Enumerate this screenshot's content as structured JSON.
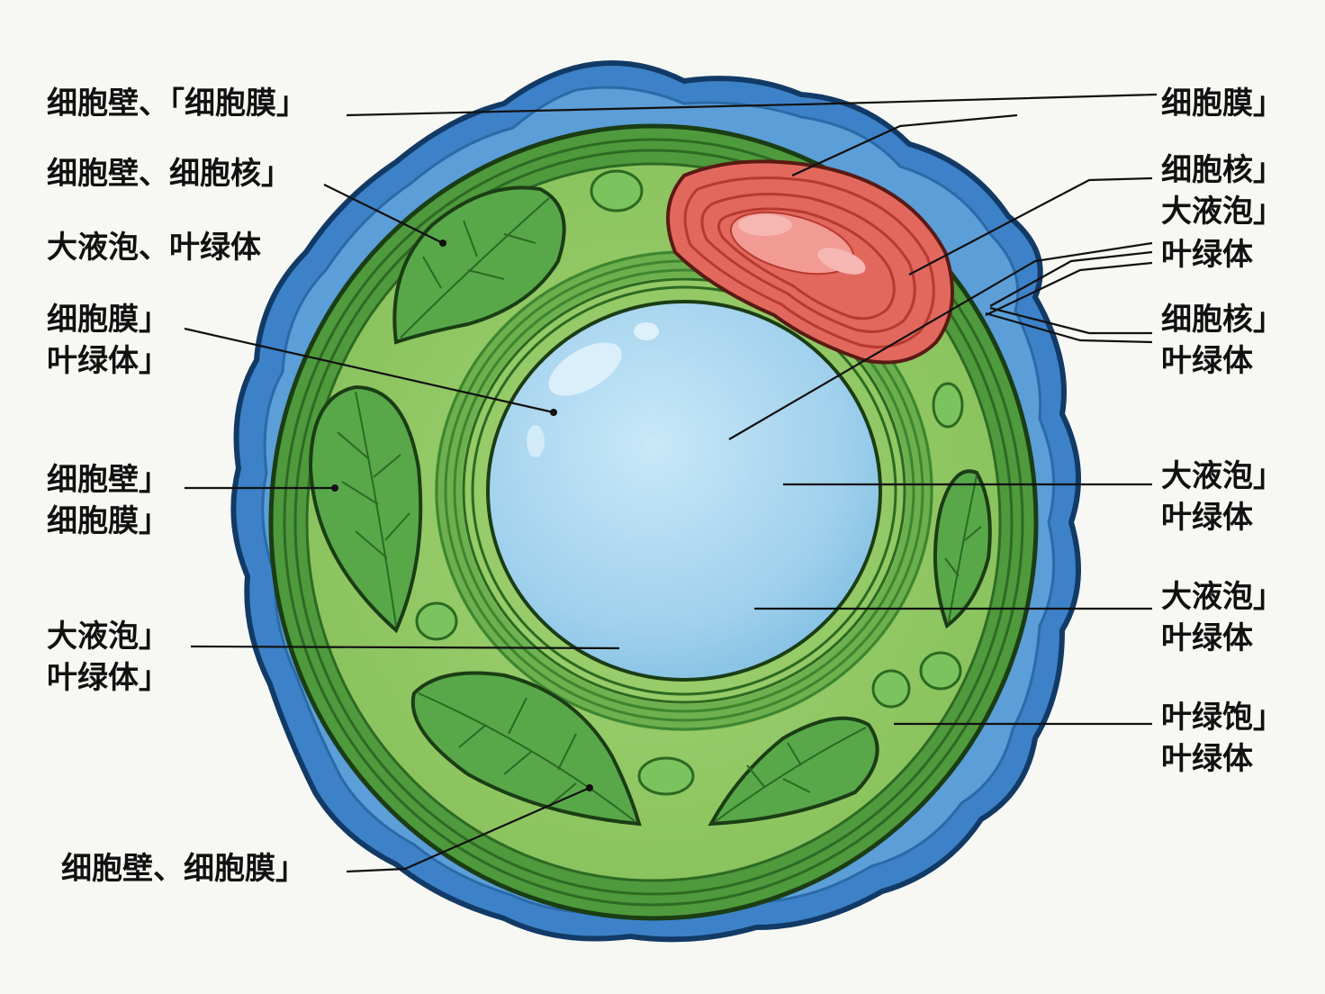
{
  "labels_left": [
    {
      "lines": [
        "细胞壁、「细胞膜」"
      ]
    },
    {
      "lines": [
        "细胞壁、细胞核」"
      ]
    },
    {
      "lines": [
        "大液泡、叶绿体"
      ]
    },
    {
      "lines": [
        "细胞膜」",
        "叶绿体」"
      ]
    },
    {
      "lines": [
        "细胞壁」",
        "细胞膜」"
      ]
    },
    {
      "lines": [
        "大液泡」",
        "叶绿体」"
      ]
    },
    {
      "lines": [
        "细胞壁、细胞膜」"
      ]
    }
  ],
  "labels_right": [
    {
      "lines": [
        "细胞膜」"
      ]
    },
    {
      "lines": [
        "细胞核」",
        "大液泡」"
      ]
    },
    {
      "lines": [
        "叶绿体"
      ]
    },
    {
      "lines": [
        "细胞核」",
        "叶绿体"
      ]
    },
    {
      "lines": [
        "大液泡」",
        "叶绿体"
      ]
    },
    {
      "lines": [
        "大液泡」",
        "叶绿体"
      ]
    },
    {
      "lines": [
        "叶绿饱」",
        "叶绿体"
      ]
    }
  ],
  "colors": {
    "cell_wall": "#3d82c8",
    "cytoplasm": "#8cc660",
    "membrane_band": "#4f9a3c",
    "vacuole": "#a8d6ee",
    "nucleus": "#e2685e",
    "chloroplast": "#58a84a",
    "background": "#f7f8f3"
  }
}
